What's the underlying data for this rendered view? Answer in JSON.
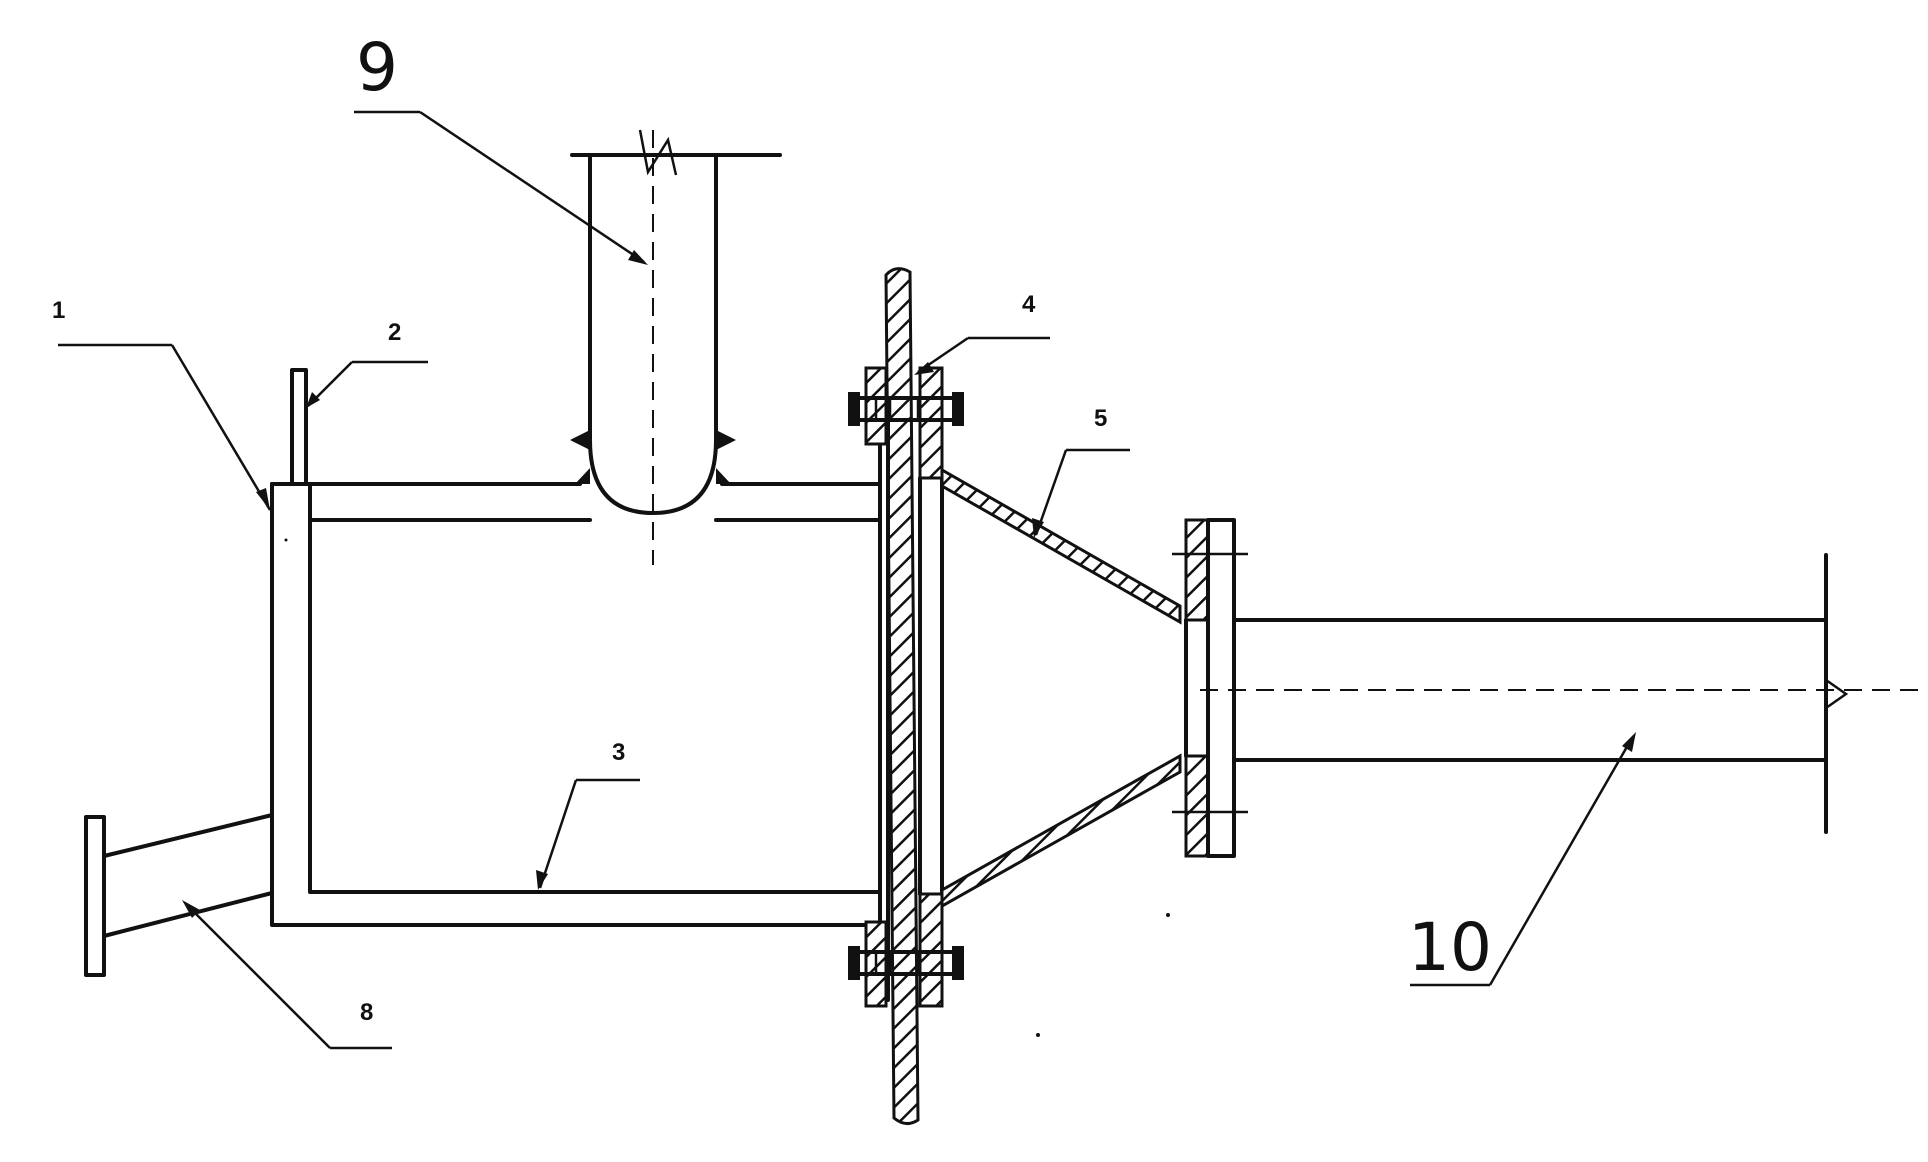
{
  "callouts": {
    "c1": "1",
    "c2": "2",
    "c3": "3",
    "c4": "4",
    "c5": "5",
    "c8": "8",
    "c9": "9",
    "c10": "10"
  }
}
